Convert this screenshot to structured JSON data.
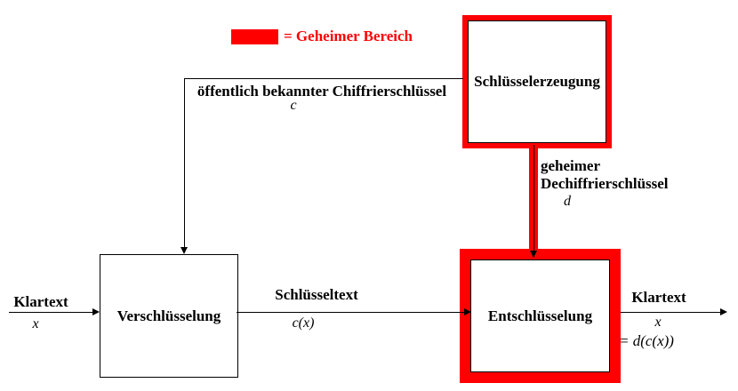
{
  "colors": {
    "secret_red": "#ff0000",
    "ink": "#000000",
    "background": "#ffffff"
  },
  "legend": {
    "label": "= Geheimer Bereich"
  },
  "boxes": {
    "key_generation": {
      "label": "Schlüsselerzeugung",
      "secret": true
    },
    "encryption": {
      "label": "Verschlüsselung",
      "secret": false
    },
    "decryption": {
      "label": "Entschlüsselung",
      "secret": true
    }
  },
  "edges": {
    "public_key": {
      "line1": "öffentlich bekannter Chiffrierschlüssel",
      "symbol": "c"
    },
    "secret_key": {
      "line1": "geheimer",
      "line2": "Dechiffrierschlüssel",
      "symbol": "d"
    },
    "plaintext_in": {
      "label": "Klartext",
      "symbol": "x"
    },
    "ciphertext": {
      "label": "Schlüsseltext",
      "symbol": "c(x)"
    },
    "plaintext_out": {
      "label": "Klartext",
      "symbol": "x",
      "equation": "= d(c(x))"
    }
  }
}
